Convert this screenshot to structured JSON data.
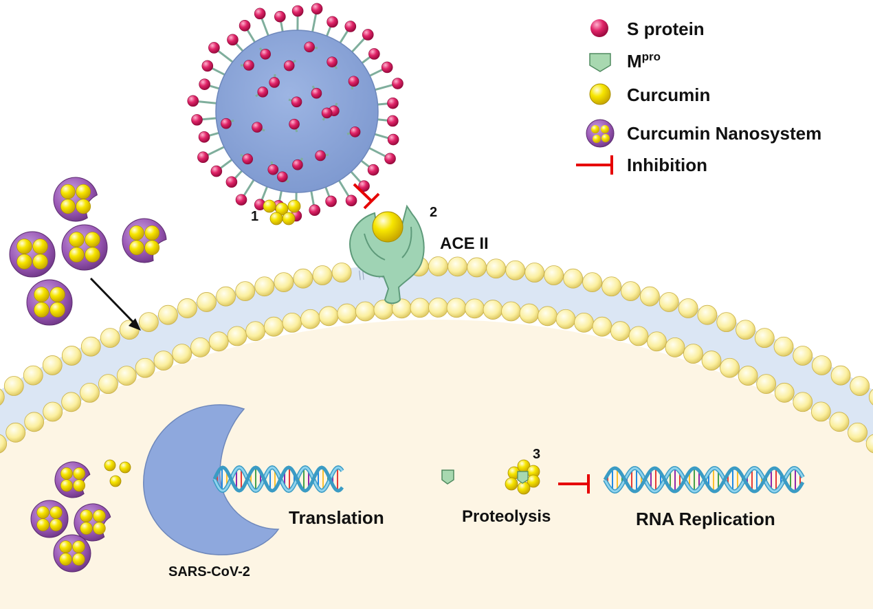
{
  "legend": {
    "items": [
      {
        "label": "S protein",
        "icon": "s-protein-icon"
      },
      {
        "label": "M",
        "sup": "pro",
        "icon": "mpro-icon"
      },
      {
        "label": "Curcumin",
        "icon": "curcumin-icon"
      },
      {
        "label": "Curcumin Nanosystem",
        "icon": "curcumin-nanosystem-icon"
      },
      {
        "label": "Inhibition",
        "icon": "inhibition-icon"
      }
    ]
  },
  "labels": {
    "step1": "1",
    "step2": "2",
    "step3": "3",
    "ace2": "ACE II",
    "translation": "Translation",
    "proteolysis": "Proteolysis",
    "rna_replication": "RNA Replication",
    "sars_cov2": "SARS-CoV-2"
  },
  "colors": {
    "virus": "#8faadc",
    "spike_head": "#d81b60",
    "spike_stem": "#7fae9c",
    "curcumin": "#f5e000",
    "nanosystem": "#9b59b6",
    "receptor": "#9fd3b4",
    "membrane_head": "#fbf1b0",
    "membrane_band": "#dfe9f5",
    "cytoplasm": "#fdf5e4",
    "inhibition": "#e60000",
    "rna_strand": "#5bb8de"
  }
}
